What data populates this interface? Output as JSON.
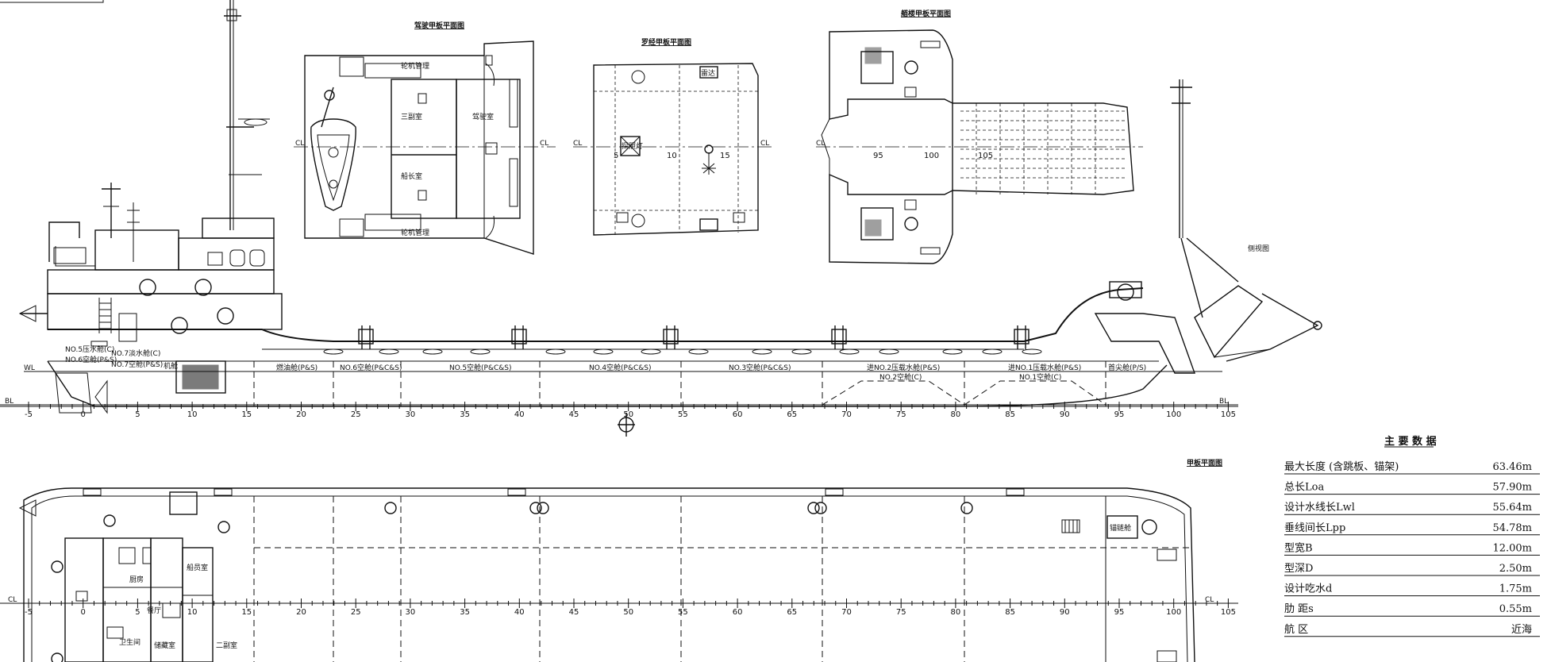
{
  "views": {
    "wheelhouse_deck": "驾驶甲板平面图",
    "compass_deck": "罗经甲板平面图",
    "forecastle_deck": "艏楼甲板平面图",
    "side_view": "侧视图",
    "main_deck": "甲板平面图"
  },
  "wheelhouse_rooms": {
    "chief_engineer": "轮机管理",
    "third_engineer": "三副室",
    "wheelhouse": "驾驶室",
    "captain": "船长室",
    "engineer_room": "轮机管理"
  },
  "compass_labels": {
    "cl": "CL",
    "t5": "5",
    "t10": "10",
    "t15": "15",
    "mark": "探照灯",
    "box": "雷达"
  },
  "forecastle_labels": {
    "cl": "CL",
    "t95": "95",
    "t100": "100",
    "t105": "105"
  },
  "profile_labels": {
    "wl": "WL",
    "bl": "BL",
    "bl2": "BL",
    "stern_tanks1": "NO.5压水舱(C)",
    "stern_tanks2": "NO.6空舱(P&S)",
    "stern_tanks3": "NO.7淡水舱(C)",
    "stern_tanks4": "NO.7空舱(P&S)",
    "engine": "机舱",
    "t_oil": "燃油舱(P&S)",
    "t6": "NO.6空舱(P&C&S)",
    "t5": "NO.5空舱(P&C&S)",
    "t4": "NO.4空舱(P&C&S)",
    "t3": "NO.3空舱(P&C&S)",
    "t2a": "进NO.2压载水舱(P&S)",
    "t2b": "NO.2空舱(C)",
    "t1a": "进NO.1压载水舱(P&S)",
    "t1b": "NO.1空舱(C)",
    "fore": "首尖舱(P/S)"
  },
  "frame_ticks": [
    "-5",
    "0",
    "5",
    "10",
    "15",
    "20",
    "25",
    "30",
    "35",
    "40",
    "45",
    "50",
    "55",
    "60",
    "65",
    "70",
    "75",
    "80",
    "85",
    "90",
    "95",
    "100",
    "105"
  ],
  "deck_labels": {
    "cl": "CL",
    "cl2": "CL",
    "galley": "厨房",
    "mess": "餐厅",
    "crew1": "船员室",
    "crew2": "二副室",
    "wc": "卫生间",
    "store": "储藏室",
    "anchor": "锚链舱"
  },
  "specs": {
    "title": "主 要 数 据",
    "rows": [
      {
        "label": "最大长度 (含跳板、锚架)",
        "value": "63.46m"
      },
      {
        "label": "总长Loa",
        "value": "57.90m"
      },
      {
        "label": "设计水线长Lwl",
        "value": "55.64m"
      },
      {
        "label": "垂线间长Lpp",
        "value": "54.78m"
      },
      {
        "label": "型宽B",
        "value": "12.00m"
      },
      {
        "label": "型深D",
        "value": "2.50m"
      },
      {
        "label": "设计吃水d",
        "value": "1.75m"
      },
      {
        "label": "肋 距s",
        "value": "0.55m"
      },
      {
        "label": "航 区",
        "value": "近海"
      }
    ]
  }
}
